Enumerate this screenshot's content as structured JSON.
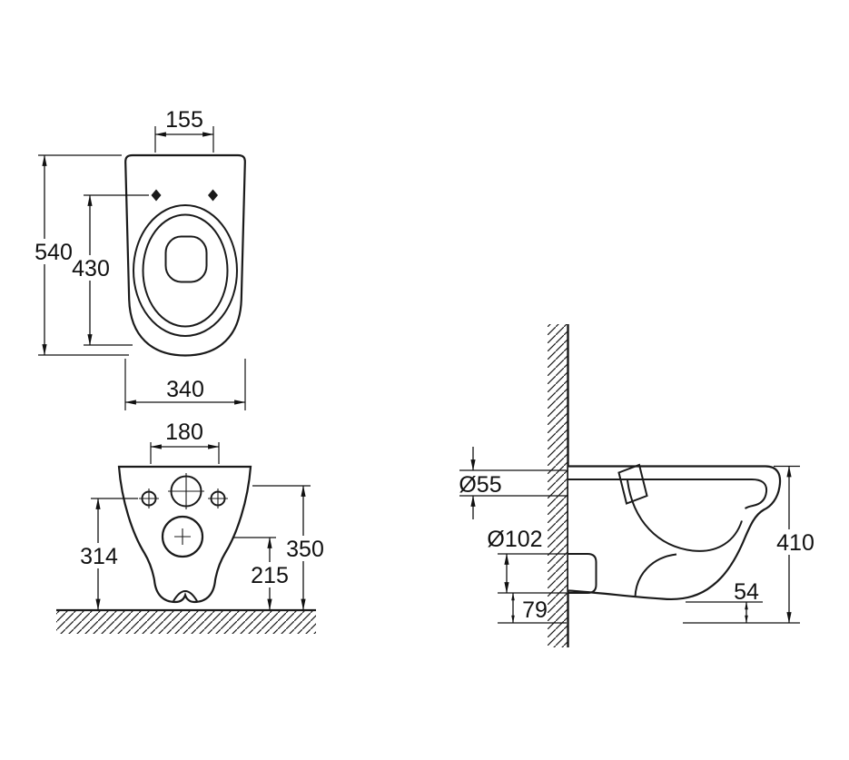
{
  "drawing": {
    "title": "Wall-hung toilet dimensional drawing",
    "colors": {
      "line": "#1a1a1a",
      "background": "#ffffff"
    },
    "views": {
      "top": {
        "dim_155": "155",
        "dim_540": "540",
        "dim_430": "430",
        "dim_340": "340"
      },
      "front": {
        "dim_180": "180",
        "dim_314": "314",
        "dim_215": "215",
        "dim_350": "350"
      },
      "side": {
        "dim_d55": "Ø55",
        "dim_d102": "Ø102",
        "dim_79": "79",
        "dim_410": "410",
        "dim_54": "54"
      }
    }
  }
}
